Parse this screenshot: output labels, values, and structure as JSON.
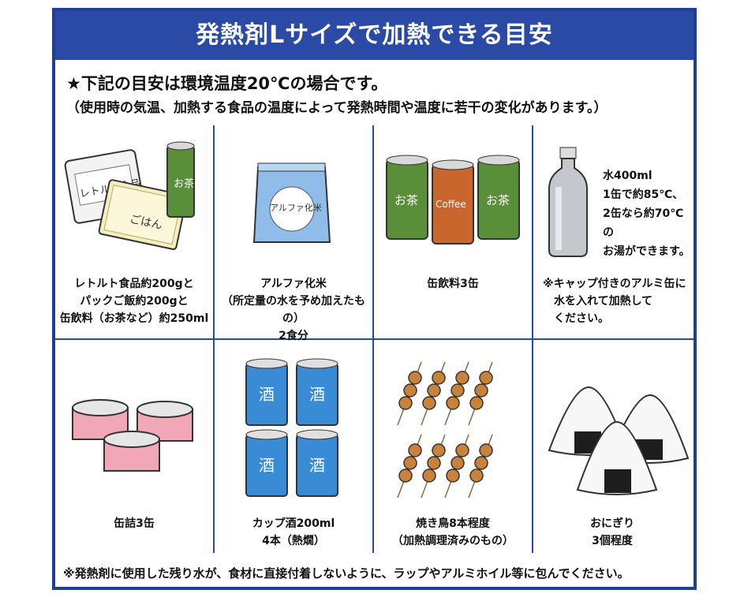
{
  "header": {
    "title": "発熱剤Lサイズで加熱できる目安"
  },
  "intro": "★下記の目安は環境温度20℃の場合です。",
  "note": "（使用時の気温、加熱する食品の温度によって発熱時間や温度に若干の変化があります。）",
  "cells": [
    {
      "lines": [
        "レトルト食品約200gと",
        "パックご飯約200gと",
        "缶飲料（お茶など）約250ml"
      ],
      "labels": {
        "pouch": "レトルト食品",
        "rice": "ごはん",
        "can": "お茶"
      }
    },
    {
      "lines": [
        "アルファ化米",
        "（所定量の水を予め加えたもの）",
        "2食分"
      ],
      "labels": {
        "bag": "アルファ化米"
      }
    },
    {
      "lines": [
        "缶飲料3缶"
      ],
      "labels": {
        "can1": "お茶",
        "can2": "Coffee",
        "can3": "お茶"
      }
    },
    {
      "lines": [
        "※キャップ付きのアルミ缶に",
        "水を入れて加熱して",
        "ください。"
      ],
      "water_lines": [
        "水400ml",
        "1缶で約85℃、",
        "2缶なら約70℃の",
        "お湯ができます。"
      ]
    },
    {
      "lines": [
        "缶詰3缶"
      ]
    },
    {
      "lines": [
        "カップ酒200ml",
        "4本（熱燗）"
      ],
      "labels": {
        "cup": "酒"
      }
    },
    {
      "lines": [
        "焼き鳥8本程度",
        "（加熱調理済みのもの）"
      ]
    },
    {
      "lines": [
        "おにぎり",
        "3個程度"
      ]
    }
  ],
  "footer": "※発熱剤に使用した残り水が、食材に直接付着しないように、ラップやアルミホイル等に包んでください。",
  "colors": {
    "frame": "#1f3f93",
    "header_bg": "#2a4aa6",
    "green_can": "#5a8f3a",
    "orange_can": "#c8662e",
    "blue_cup": "#3a8bd6",
    "pink_tin": "#f2a7b6",
    "skewer": "#c9823a"
  }
}
